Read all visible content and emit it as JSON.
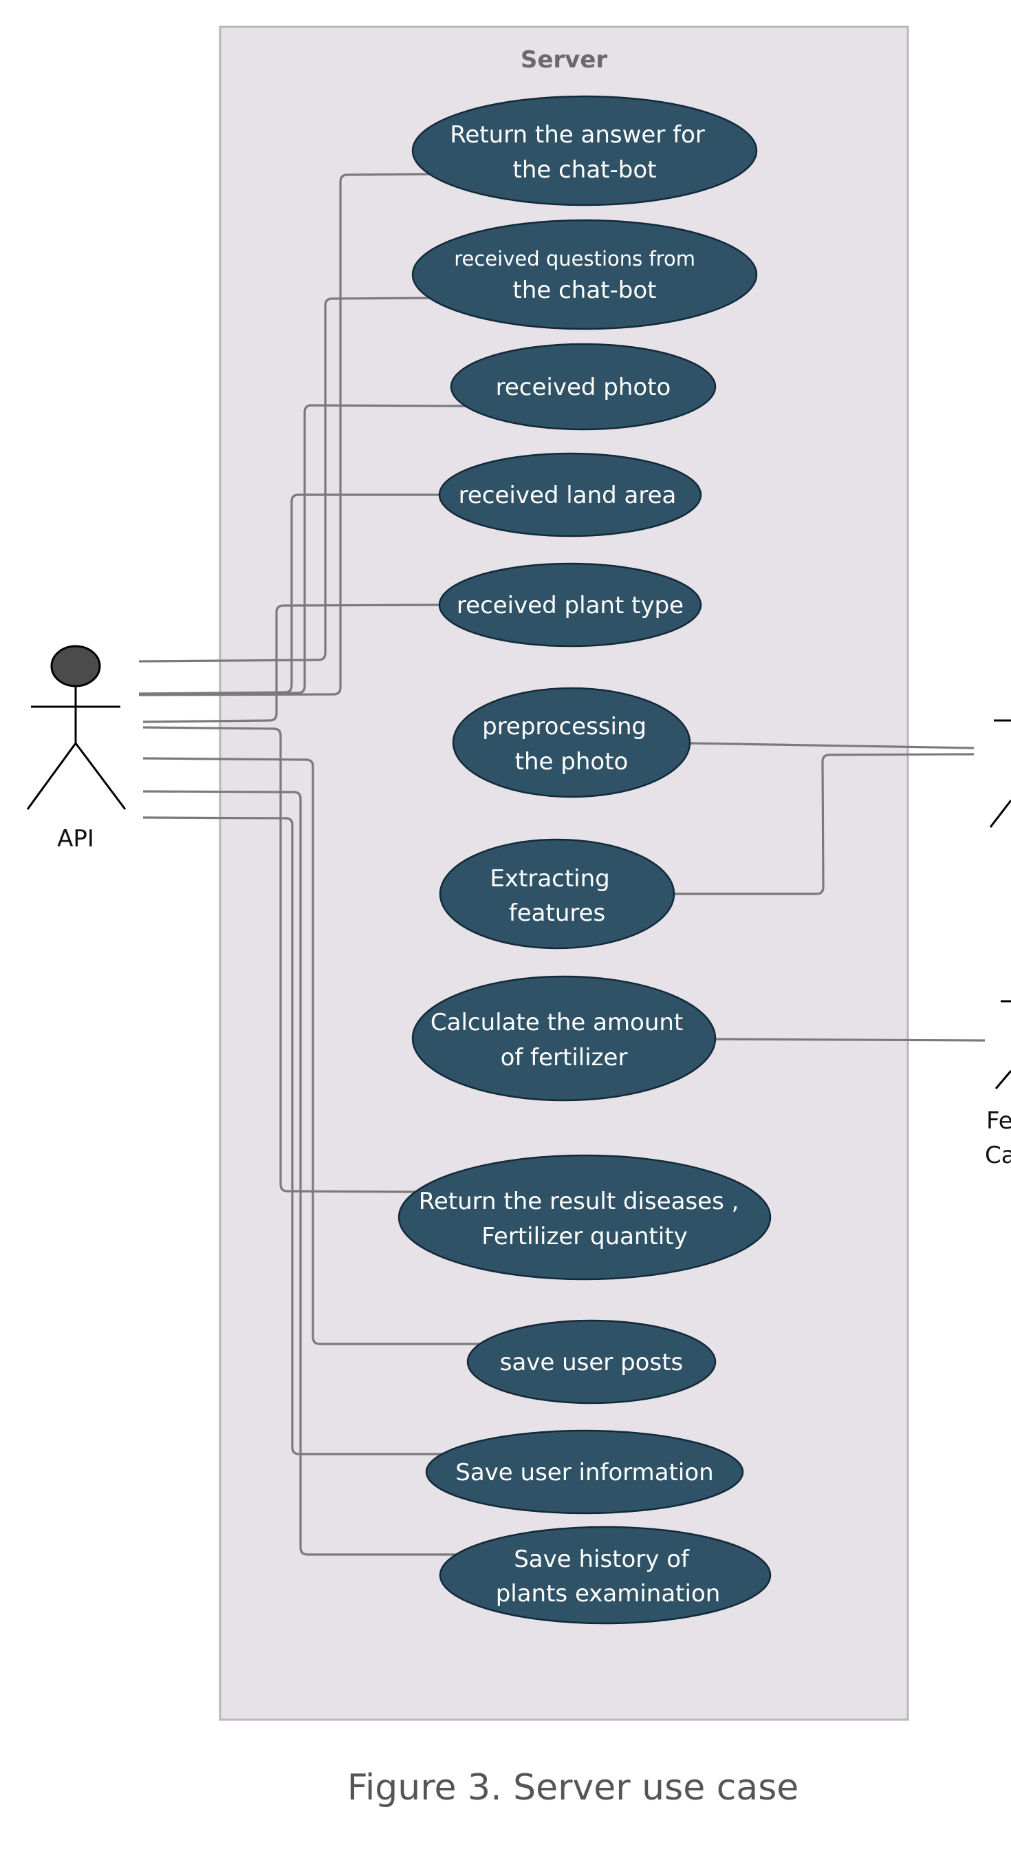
{
  "boundary": {
    "title": "Server"
  },
  "actors": {
    "api": "API",
    "right_fragment_line1": "Fe",
    "right_fragment_line2": "Ca"
  },
  "use_cases": {
    "return_answer": [
      "Return the answer for",
      "the chat-bot"
    ],
    "received_questions": [
      "received  questions from",
      "the chat-bot"
    ],
    "received_photo": [
      "received photo"
    ],
    "received_land_area": [
      "received land area"
    ],
    "received_plant_type": [
      "received plant type"
    ],
    "preprocessing": [
      "preprocessing",
      "the photo"
    ],
    "extracting": [
      "Extracting",
      "features"
    ],
    "calculate": [
      "Calculate the amount",
      "of fertilizer"
    ],
    "return_result": [
      "Return the result diseases ,",
      "Fertilizer quantity"
    ],
    "save_posts": [
      "save user posts"
    ],
    "save_user_info": [
      "Save user information"
    ],
    "save_history": [
      "Save history of",
      "plants examination"
    ]
  },
  "caption": "Figure 3. Server use case"
}
